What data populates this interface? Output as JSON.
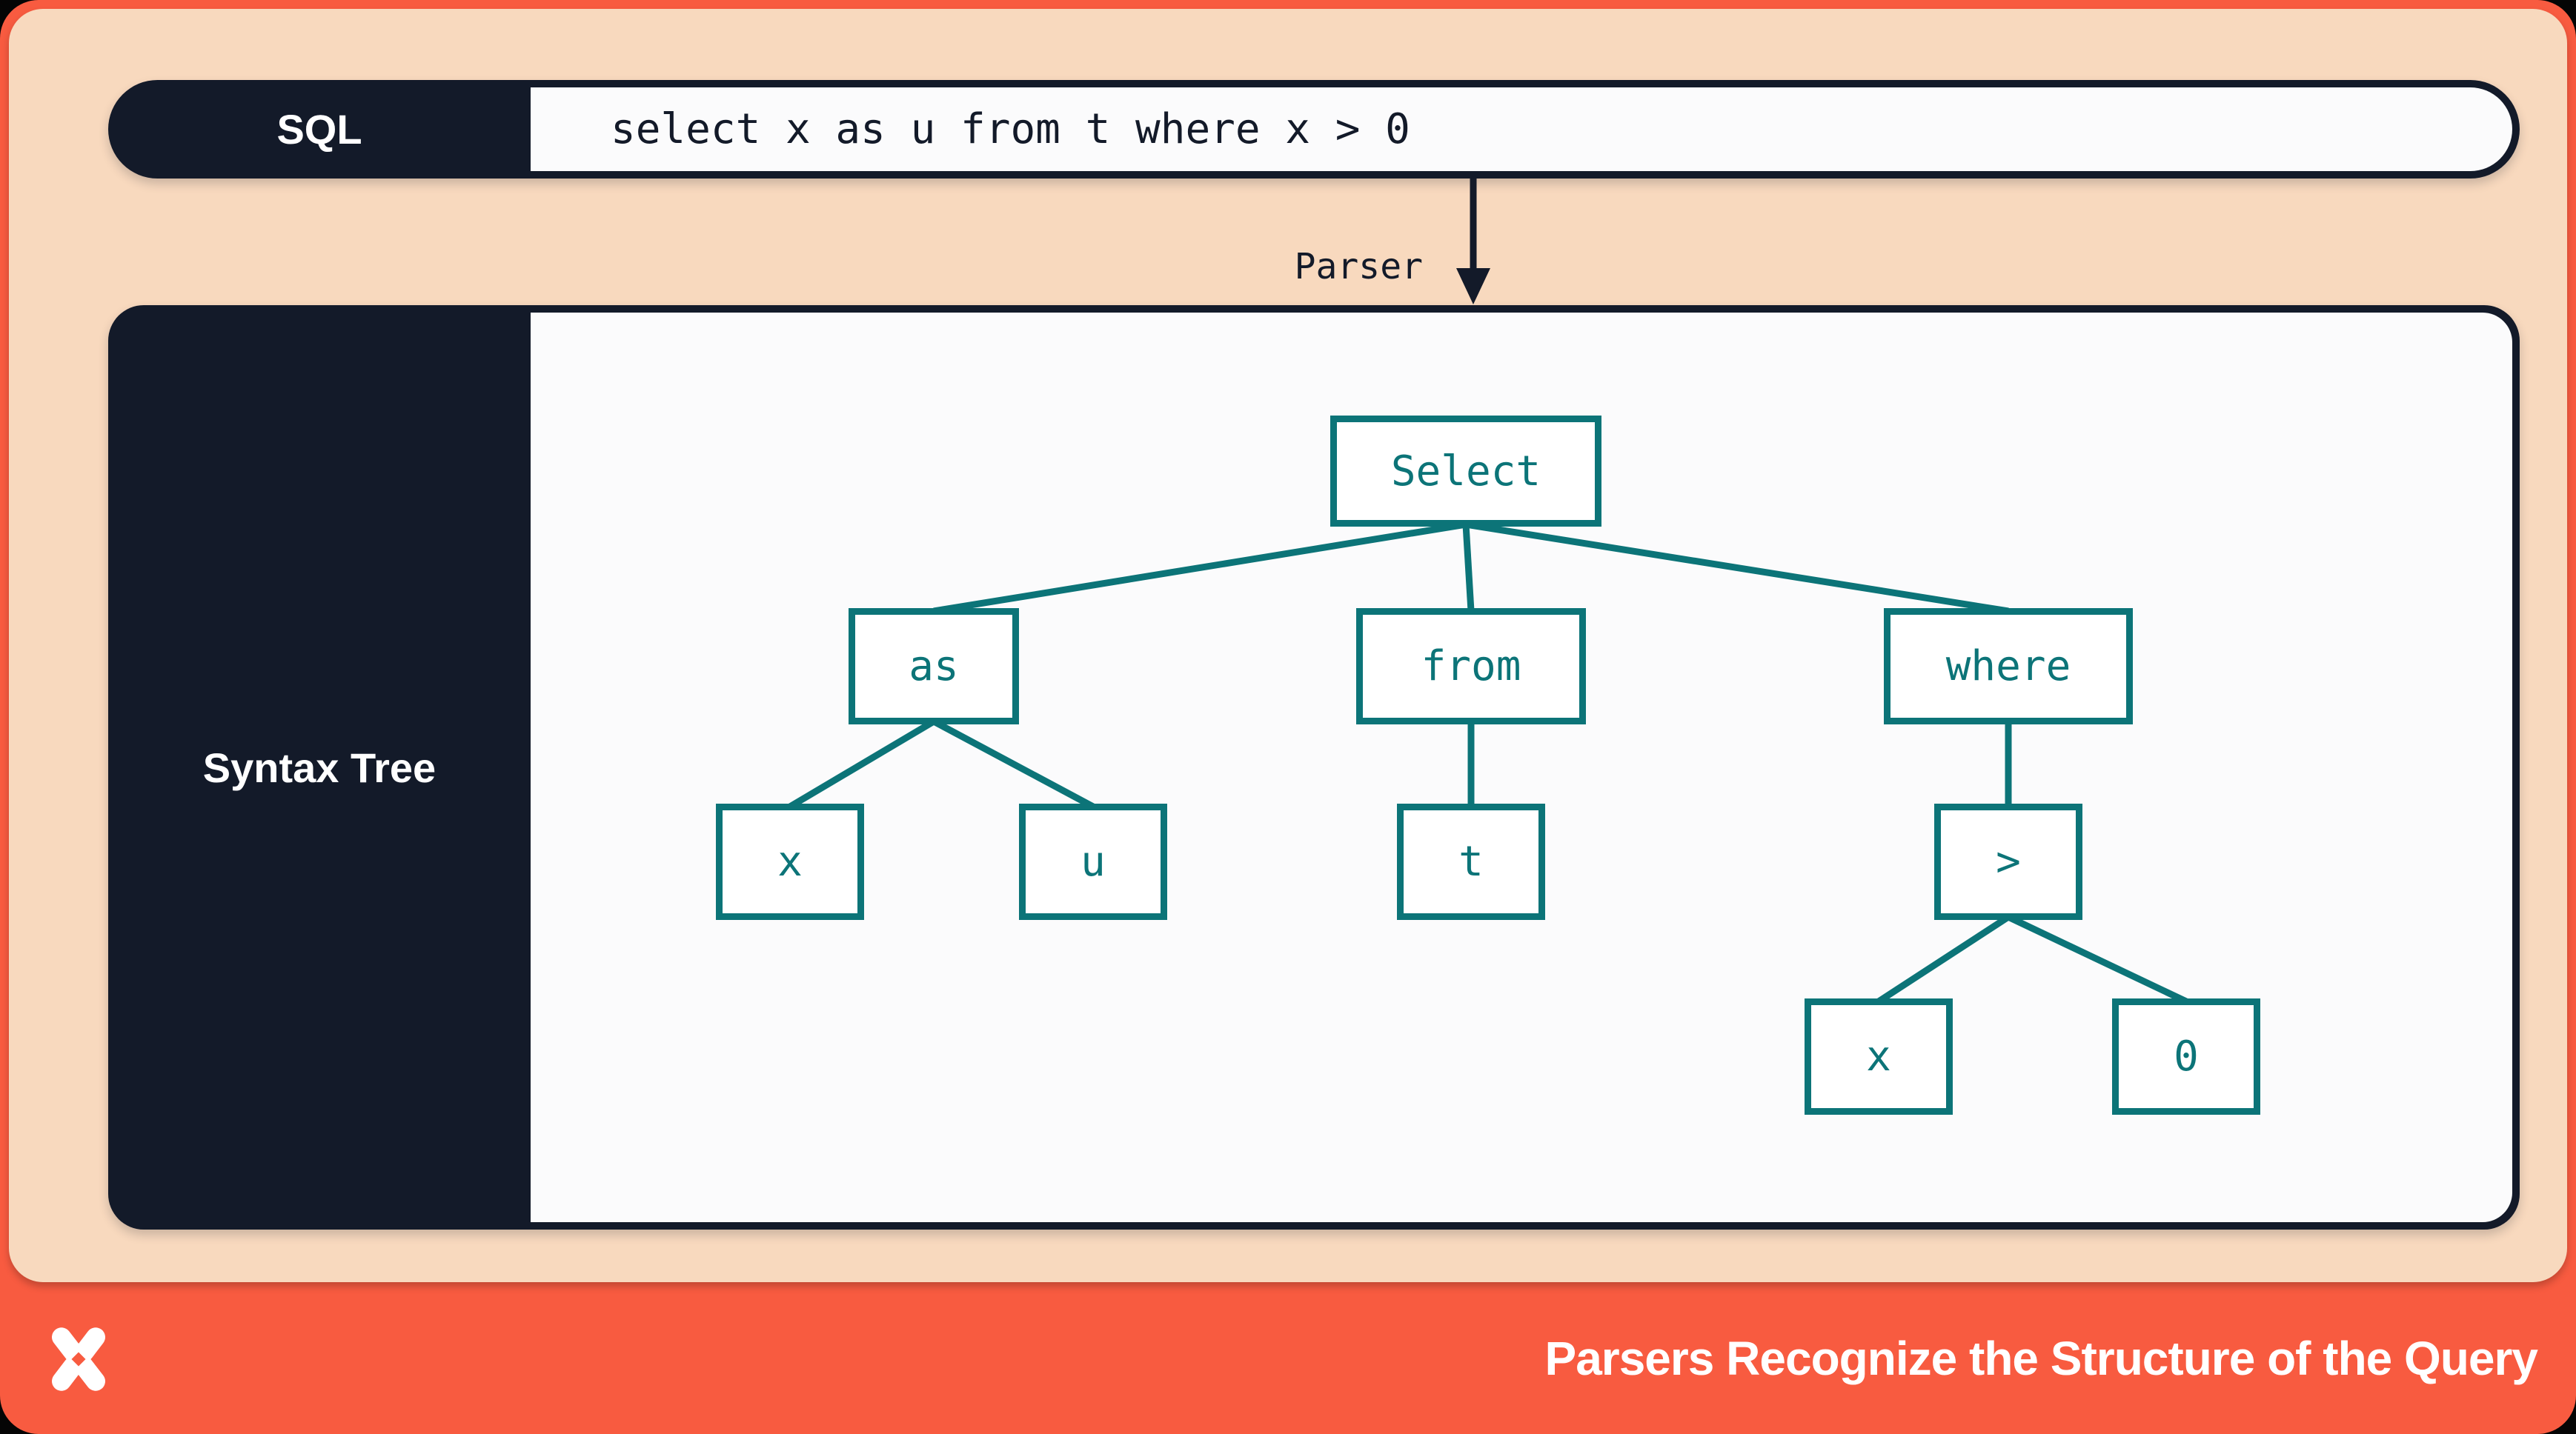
{
  "sql_bar": {
    "label": "SQL",
    "query": "select x as u from t where x > 0"
  },
  "parser": {
    "label": "Parser",
    "arrow_icon": "arrow-down-icon"
  },
  "syntax_tree": {
    "label": "Syntax Tree",
    "nodes": [
      {
        "id": "select",
        "label": "Select",
        "parent": null
      },
      {
        "id": "as",
        "label": "as",
        "parent": "select"
      },
      {
        "id": "from",
        "label": "from",
        "parent": "select"
      },
      {
        "id": "where",
        "label": "where",
        "parent": "select"
      },
      {
        "id": "x-alias",
        "label": "x",
        "parent": "as"
      },
      {
        "id": "u",
        "label": "u",
        "parent": "as"
      },
      {
        "id": "t",
        "label": "t",
        "parent": "from"
      },
      {
        "id": "gt",
        "label": ">",
        "parent": "where"
      },
      {
        "id": "x-operand",
        "label": "x",
        "parent": "gt"
      },
      {
        "id": "zero",
        "label": "0",
        "parent": "gt"
      }
    ],
    "edges": [
      [
        "select",
        "as"
      ],
      [
        "select",
        "from"
      ],
      [
        "select",
        "where"
      ],
      [
        "as",
        "x-alias"
      ],
      [
        "as",
        "u"
      ],
      [
        "from",
        "t"
      ],
      [
        "where",
        "gt"
      ],
      [
        "gt",
        "x-operand"
      ],
      [
        "gt",
        "zero"
      ]
    ]
  },
  "footer": {
    "title": "Parsers Recognize the Structure of the Query",
    "logo_icon": "dolt-pinwheel-logo"
  },
  "colors": {
    "navy": "#131A29",
    "peach": "#F8D9BE",
    "coral": "#F85B40",
    "teal": "#0C7478",
    "panel": "#FBFBFC"
  }
}
